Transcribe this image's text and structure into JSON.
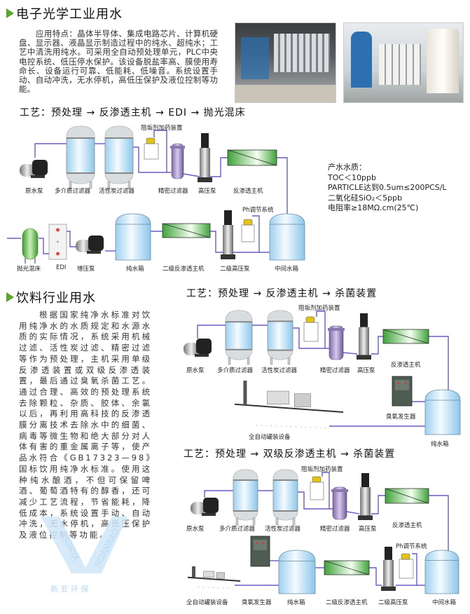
{
  "section1": {
    "heading": "电子光学工业用水",
    "paragraph": "应用特点：晶体半导体、集成电路芯片、计算机硬盘、显示器、液晶显示制造过程中的纯水、超纯水；工艺中清洗用纯水。可采用全自动预处理单元，PLC中央电控系统、低压停水保护。该设备脱盐率高、膜使用寿命长、设备运行可靠、低能耗、低噪音。系统设置手动、自动冲洗，无水停机，高低压保护及液位控制等功能。",
    "process_title": "工艺：预处理 → 反渗透主机 → EDI → 抛光混床",
    "labels": {
      "raw_pump": "原水泵",
      "multi_filter": "多介质过滤器",
      "carbon_filter": "活性炭过滤器",
      "dosing": "阻垢剂加药装置",
      "precision_filter": "精密过滤器",
      "hp_pump": "高压泵",
      "ro": "反渗透主机",
      "ph": "Ph调节系统",
      "mid_tank": "中间水箱",
      "hp_pump2": "二级高压泵",
      "ro2": "二级反渗透主机",
      "pure_tank": "纯水箱",
      "booster": "增压泵",
      "edi": "EDI",
      "polish": "抛光混床"
    },
    "quality": [
      "产水水质：",
      "TOC＜10ppb",
      "PARTICLE达到0.5um≤200PCS/L",
      "二氧化硅SiO₂＜5ppb",
      "电阻率≥18MΩ.cm(25℃)"
    ]
  },
  "section2": {
    "heading": "饮料行业用水",
    "paragraph": "根据国家纯净水标准对饮用纯净水的水质规定和水源水质的实际情况，系统采用机械过滤、活性炭过滤、精密过滤等作为预处理，主机采用单级反渗透装置或双级反渗透装置，最后通过臭氧杀菌工艺。通过合理、高效的预处理系统去除颗粒、杂质、胶体、余氯以后，再利用高科技的反渗透膜分离技术去除水中的细菌、病毒等微生物和绝大部分对人体有害的重金属离子等，使产品水符合《GB17323—98》国标饮用纯净水标准。使用这种纯水酿酒，不但可保留啤酒、葡萄酒特有的醇香，还可减少工艺流程，节省能耗，降低成本，系统设置手动、自动冲洗，无水停机，高低压保护及液位控制等功能。",
    "process_a": {
      "title": "工艺：预处理 → 反渗透主机 → 杀菌装置",
      "labels": {
        "raw_pump": "原水泵",
        "multi_filter": "多介质过滤器",
        "carbon_filter": "活性炭过滤器",
        "dosing": "阻垢剂加药装置",
        "precision_filter": "精密过滤器",
        "hp_pump": "高压泵",
        "ro": "反渗透主机",
        "ozone": "臭氧发生器",
        "pure_tank": "纯水箱",
        "filling": "全自动罐装设备"
      }
    },
    "process_b": {
      "title": "工艺：预处理 → 双级反渗透主机 → 杀菌装置",
      "labels": {
        "raw_pump": "原水泵",
        "multi_filter": "多介质过滤器",
        "carbon_filter": "活性炭过滤器",
        "dosing": "阻垢剂加药装置",
        "precision_filter": "精密过滤器",
        "hp_pump": "高压泵",
        "ro": "反渗透主机",
        "ph": "Ph调节系统",
        "mid_tank": "中间水箱",
        "hp_pump2": "二级高压泵",
        "ro2": "二级反渗透主机",
        "pure_tank": "纯水箱",
        "ozone": "臭氧发生器",
        "filling": "全自动罐装设备"
      }
    }
  },
  "watermark": {
    "latin_left": "XINYA",
    "latin_right": "HUANBAO",
    "chinese": "新 亚 环 保"
  },
  "colors": {
    "accent": "#5aa62a",
    "pipe": "#6a5cc4",
    "tank": "#bfe2f6",
    "membrane": "#3fae3f"
  }
}
